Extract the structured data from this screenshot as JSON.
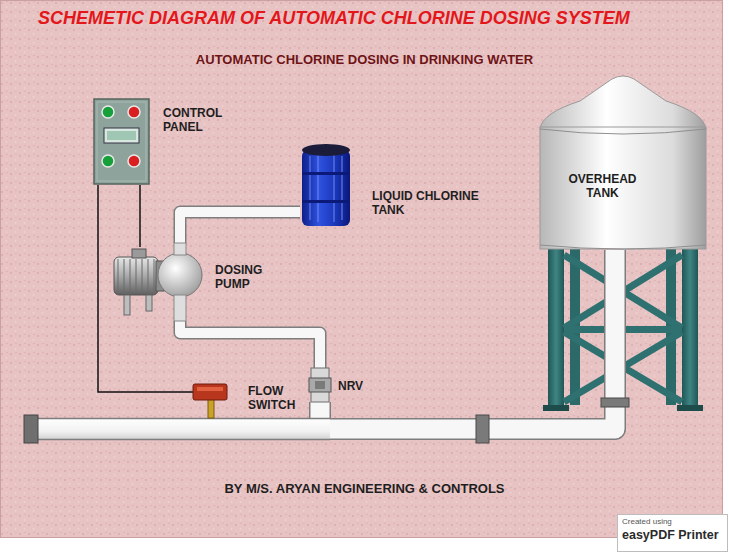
{
  "diagram": {
    "title": "SCHEMETIC DIAGRAM OF AUTOMATIC CHLORINE DOSING SYSTEM",
    "caption": "BY M/S. ARYAN ENGINEERING & CONTROLS",
    "nodes": [
      {
        "text": [
          "CONTROL PANEL"
        ]
      },
      {
        "text": [
          "LIQUID CHLORINE TANK"
        ]
      },
      {
        "text": [
          "DOSING PUMP"
        ]
      },
      {
        "text": [
          "FLOW SWITCH"
        ]
      },
      {
        "text": [
          "NRV"
        ]
      },
      {
        "text": [
          "OVERHEAD TANK"
        ]
      }
    ],
    "edges": [
      {
        "from": 0,
        "to": 2,
        "arrow": "none"
      },
      {
        "from": 0,
        "to": 3,
        "arrow": "none"
      },
      {
        "from": 1,
        "to": 2,
        "arrow": "none"
      },
      {
        "from": 2,
        "to": 4,
        "arrow": "none"
      },
      {
        "from": 4,
        "to": 5,
        "arrow": "none"
      }
    ],
    "labels": [
      "AUTOMATIC CHLORINE DOSING IN DRINKING WATER",
      "Created using",
      "easyPDF Printer"
    ]
  }
}
